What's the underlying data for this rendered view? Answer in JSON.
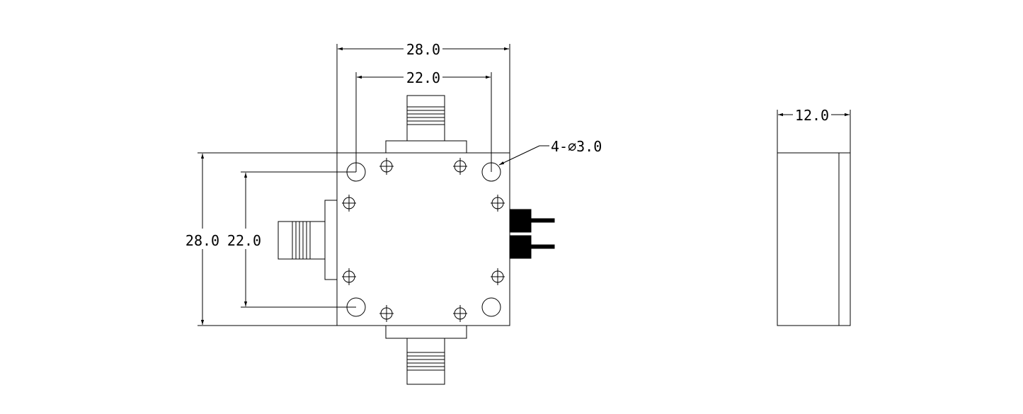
{
  "dimensions": {
    "top_outer_width": "28.0",
    "top_inner_width": "22.0",
    "left_outer_height": "28.0",
    "left_inner_height": "22.0",
    "side_depth": "12.0",
    "holes_callout": "4-⌀3.0"
  }
}
